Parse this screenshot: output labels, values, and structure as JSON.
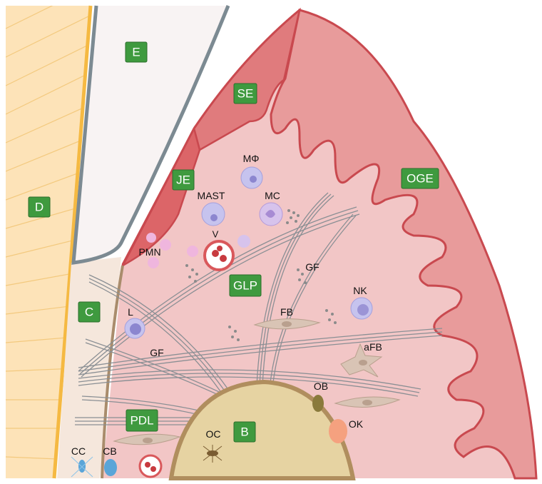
{
  "regions": {
    "enamel": "E",
    "sulcular_epithelium": "SE",
    "junctional_epithelium": "JE",
    "dentin": "D",
    "oral_gingival_epithelium": "OGE",
    "gingival_lamina_propria": "GLP",
    "cementum": "C",
    "periodontal_ligament": "PDL",
    "bone": "B"
  },
  "cells": {
    "macrophage": "MΦ",
    "mast_cell": "MAST",
    "monocyte": "MC",
    "vessel": "V",
    "neutrophil": "PMN",
    "gingival_fibers_upper": "GF",
    "natural_killer": "NK",
    "lymphocyte": "L",
    "fibroblast": "FB",
    "gingival_fibers_lower": "GF",
    "activated_fibroblast": "aFB",
    "osteoblast": "OB",
    "osteoclast": "OK",
    "osteocyte": "OC",
    "cementocyte": "CC",
    "cementoblast": "CB"
  },
  "colors": {
    "label_box": "#3f9a3f",
    "dentin": "#fde3b8",
    "enamel": "#f8f3f3",
    "epithelium": "#e89b9b",
    "connective_tissue": "#f2c6c6",
    "bone": "#e6d3a2"
  }
}
